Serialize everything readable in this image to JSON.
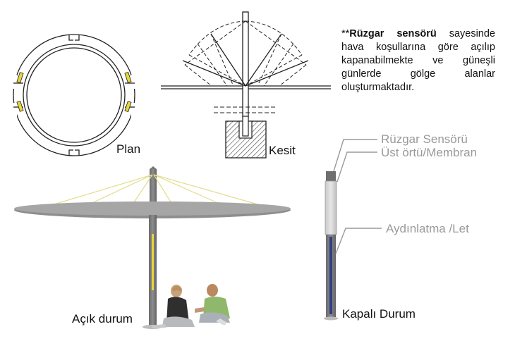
{
  "description": {
    "prefix": "**",
    "bold": "Rüzgar sensörü",
    "rest": " sayesinde hava koşullarına göre açılıp kapanabilmekte ve güneşli günlerde gölge alanlar oluşturmaktadır."
  },
  "labels": {
    "plan": "Plan",
    "kesit": "Kesit",
    "open_state": "Açık durum",
    "closed_state": "Kapalı Durum",
    "wind_sensor": "Rüzgar Sensörü",
    "top_cover": "Üst örtü/Membran",
    "lighting": "Aydınlatma /Let"
  },
  "colors": {
    "line": "#222222",
    "accent_yellow": "#e6d63a",
    "canopy": "#8e8e8e",
    "pole": "#7a7a7a",
    "callout_text": "#9a9a9a",
    "led_blue": "#2f3f86"
  }
}
